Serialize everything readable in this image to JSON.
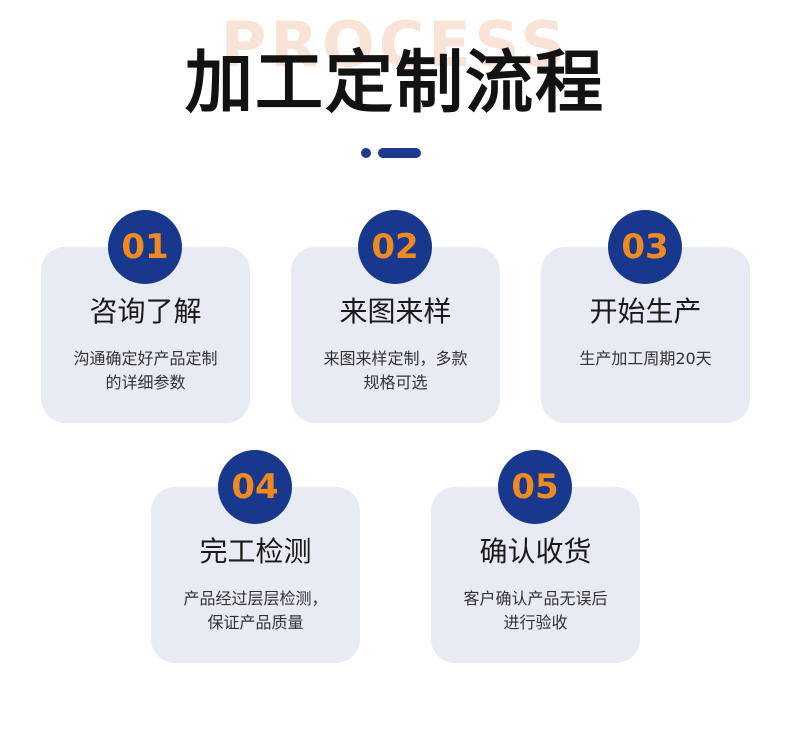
{
  "header": {
    "watermark": "PROCESS",
    "title": "加工定制流程"
  },
  "steps": [
    {
      "number": "01",
      "title": "咨询了解",
      "desc_lines": [
        "沟通确定好产品定制",
        "的详细参数"
      ]
    },
    {
      "number": "02",
      "title": "来图来样",
      "desc_lines": [
        "来图来样定制，多款",
        "规格可选"
      ]
    },
    {
      "number": "03",
      "title": "开始生产",
      "desc_lines": [
        "生产加工周期20天"
      ]
    },
    {
      "number": "04",
      "title": "完工检测",
      "desc_lines": [
        "产品经过层层检测，",
        "保证产品质量"
      ]
    },
    {
      "number": "05",
      "title": "确认收货",
      "desc_lines": [
        "客户确认产品无误后",
        "进行验收"
      ]
    }
  ],
  "colors": {
    "badge_bg": "#17388c",
    "badge_text": "#f08a1f",
    "card_bg": "#e8ebf4",
    "accent": "#1d3a8f",
    "watermark": "#f9e3d7"
  }
}
